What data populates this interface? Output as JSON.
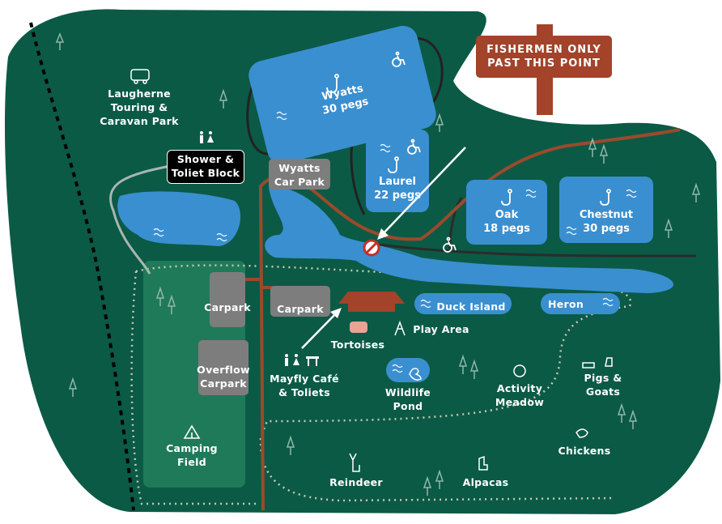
{
  "sign": {
    "line1": "FISHERMEN ONLY",
    "line2": "PAST THIS POINT"
  },
  "lakes": {
    "wyatts": {
      "name": "Wyatts",
      "pegs": "30 pegs"
    },
    "laurel": {
      "name": "Laurel",
      "pegs": "22 pegs"
    },
    "oak": {
      "name": "Oak",
      "pegs": "18 pegs"
    },
    "chestnut": {
      "name": "Chestnut",
      "pegs": "30 pegs"
    }
  },
  "places": {
    "touring_l1": "Laugherne",
    "touring_l2": "Touring &",
    "touring_l3": "Caravan Park",
    "shower_l1": "Shower &",
    "shower_l2": "Toliet Block",
    "wyatts_carpark_l1": "Wyatts",
    "wyatts_carpark_l2": "Car Park",
    "carpark_left": "Carpark",
    "carpark_mid": "Carpark",
    "overflow_l1": "Overflow",
    "overflow_l2": "Carpark",
    "camping_l1": "Camping",
    "camping_l2": "Field",
    "duck_island": "Duck Island",
    "heron": "Heron",
    "tortoises": "Tortoises",
    "play_area": "Play Area",
    "cafe_l1": "Mayfly Café",
    "cafe_l2": "& Toliets",
    "wildlife_l1": "Wildlife",
    "wildlife_l2": "Pond",
    "activity_l1": "Activity",
    "activity_l2": "Meadow",
    "pigs_l1": "Pigs &",
    "pigs_l2": "Goats",
    "chickens": "Chickens",
    "reindeer": "Reindeer",
    "alpacas": "Alpacas"
  },
  "colors": {
    "land": "#0b5a46",
    "water": "#3a8fd0",
    "road": "#9a4a2c",
    "sign": "#a2432a",
    "grey_box": "#7d7d7d",
    "camping_field": "#1f7a5a"
  }
}
